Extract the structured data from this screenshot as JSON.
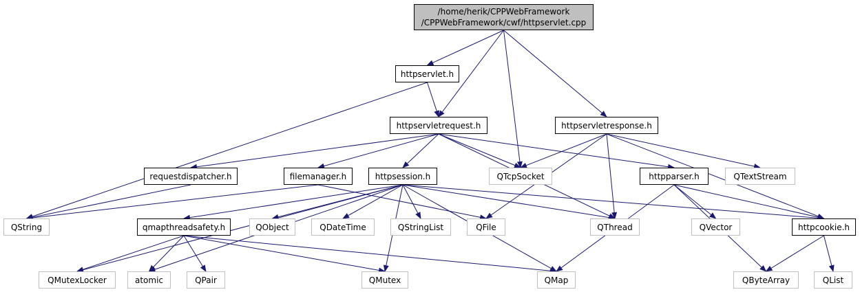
{
  "colors": {
    "edge": "#191970",
    "root_fill": "#bfbfbf",
    "doc_border": "#000000",
    "ext_border": "#bfbfbf"
  },
  "root": {
    "line1": "/home/herik/CPPWebFramework",
    "line2": "/CPPWebFramework/cwf/httpservlet.cpp"
  },
  "nodes": {
    "httpservlet_h": "httpservlet.h",
    "httpservletrequest_h": "httpservletrequest.h",
    "httpservletresponse_h": "httpservletresponse.h",
    "requestdispatcher_h": "requestdispatcher.h",
    "filemanager_h": "filemanager.h",
    "httpsession_h": "httpsession.h",
    "qtcpsocket": "QTcpSocket",
    "httpparser_h": "httpparser.h",
    "qtextstream": "QTextStream",
    "qstring": "QString",
    "qmapthreadsafety_h": "qmapthreadsafety.h",
    "qobject": "QObject",
    "qdatetime": "QDateTime",
    "qstringlist": "QStringList",
    "qfile": "QFile",
    "qthread": "QThread",
    "qvector": "QVector",
    "httpcookie_h": "httpcookie.h",
    "qmutexlocker": "QMutexLocker",
    "atomic": "atomic",
    "qpair": "QPair",
    "qmutex": "QMutex",
    "qmap": "QMap",
    "qbytearray": "QByteArray",
    "qlist": "QList"
  },
  "edges": [
    [
      "root",
      "httpservlet_h"
    ],
    [
      "root",
      "httpservletrequest_h"
    ],
    [
      "root",
      "qtcpsocket"
    ],
    [
      "root",
      "httpservletresponse_h"
    ],
    [
      "httpservlet_h",
      "qstring"
    ],
    [
      "httpservlet_h",
      "httpservletrequest_h"
    ],
    [
      "httpservletrequest_h",
      "requestdispatcher_h"
    ],
    [
      "httpservletrequest_h",
      "filemanager_h"
    ],
    [
      "httpservletrequest_h",
      "httpsession_h"
    ],
    [
      "httpservletrequest_h",
      "qtcpsocket"
    ],
    [
      "httpservletrequest_h",
      "httpparser_h"
    ],
    [
      "httpservletrequest_h",
      "qthread"
    ],
    [
      "httpservletresponse_h",
      "qtcpsocket"
    ],
    [
      "httpservletresponse_h",
      "qfile"
    ],
    [
      "httpservletresponse_h",
      "qthread"
    ],
    [
      "httpservletresponse_h",
      "qtextstream"
    ],
    [
      "httpservletresponse_h",
      "httpcookie_h"
    ],
    [
      "requestdispatcher_h",
      "qstring"
    ],
    [
      "filemanager_h",
      "qstring"
    ],
    [
      "filemanager_h",
      "qfile"
    ],
    [
      "httpsession_h",
      "qmutexlocker"
    ],
    [
      "httpsession_h",
      "atomic"
    ],
    [
      "httpsession_h",
      "qmapthreadsafety_h"
    ],
    [
      "httpsession_h",
      "qobject"
    ],
    [
      "httpsession_h",
      "qdatetime"
    ],
    [
      "httpsession_h",
      "qstringlist"
    ],
    [
      "httpsession_h",
      "qthread"
    ],
    [
      "httpsession_h",
      "qmutex"
    ],
    [
      "httpsession_h",
      "qmap"
    ],
    [
      "httpsession_h",
      "httpcookie_h"
    ],
    [
      "httpparser_h",
      "qvector"
    ],
    [
      "httpparser_h",
      "qmap"
    ],
    [
      "httpparser_h",
      "httpcookie_h"
    ],
    [
      "httpparser_h",
      "qbytearray"
    ],
    [
      "qmapthreadsafety_h",
      "qmutexlocker"
    ],
    [
      "qmapthreadsafety_h",
      "atomic"
    ],
    [
      "qmapthreadsafety_h",
      "qpair"
    ],
    [
      "qmapthreadsafety_h",
      "qmutex"
    ],
    [
      "qmapthreadsafety_h",
      "qmap"
    ],
    [
      "httpcookie_h",
      "qbytearray"
    ],
    [
      "httpcookie_h",
      "qlist"
    ]
  ]
}
